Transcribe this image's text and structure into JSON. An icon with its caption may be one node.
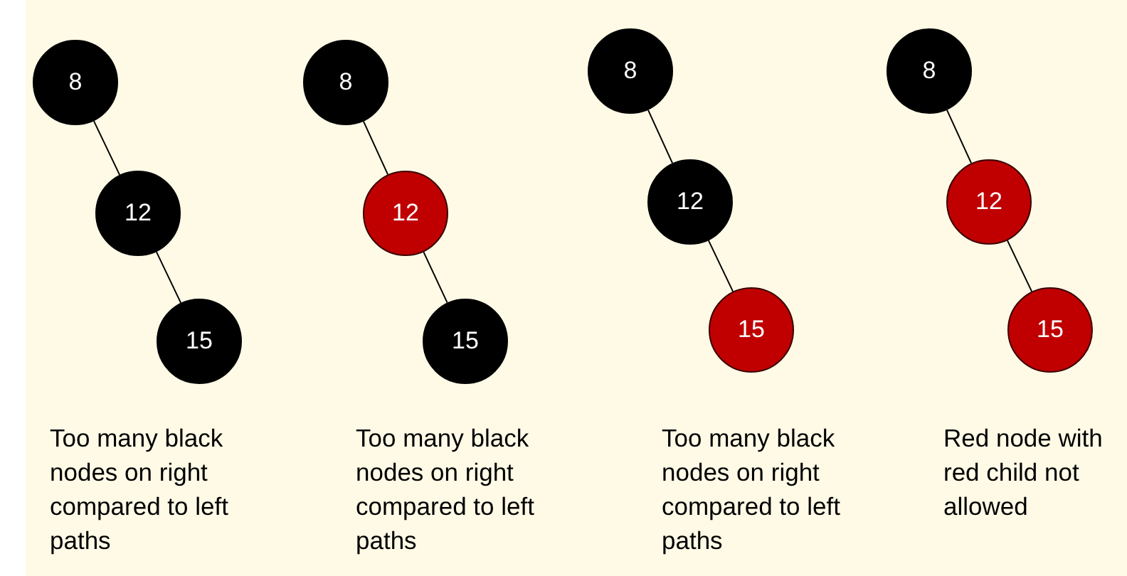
{
  "diagram": {
    "nodes": [
      {
        "text": [
          "8"
        ]
      },
      {
        "text": [
          "12"
        ]
      },
      {
        "text": [
          "15"
        ]
      },
      {
        "text": [
          "8"
        ]
      },
      {
        "text": [
          "12"
        ]
      },
      {
        "text": [
          "15"
        ]
      },
      {
        "text": [
          "8"
        ]
      },
      {
        "text": [
          "12"
        ]
      },
      {
        "text": [
          "15"
        ]
      },
      {
        "text": [
          "8"
        ]
      },
      {
        "text": [
          "12"
        ]
      },
      {
        "text": [
          "15"
        ]
      }
    ],
    "edges": [
      {
        "from": 0,
        "to": 1,
        "arrow": "none"
      },
      {
        "from": 1,
        "to": 2,
        "arrow": "none"
      },
      {
        "from": 3,
        "to": 4,
        "arrow": "none"
      },
      {
        "from": 4,
        "to": 5,
        "arrow": "none"
      },
      {
        "from": 6,
        "to": 7,
        "arrow": "none"
      },
      {
        "from": 7,
        "to": 8,
        "arrow": "none"
      },
      {
        "from": 9,
        "to": 10,
        "arrow": "none"
      },
      {
        "from": 10,
        "to": 11,
        "arrow": "none"
      }
    ],
    "labels": [
      "Too many black nodes on right compared to left paths",
      "Too many black nodes on right compared to left paths",
      "Too many black nodes on right compared to left paths",
      "Red node with red child not allowed"
    ]
  }
}
